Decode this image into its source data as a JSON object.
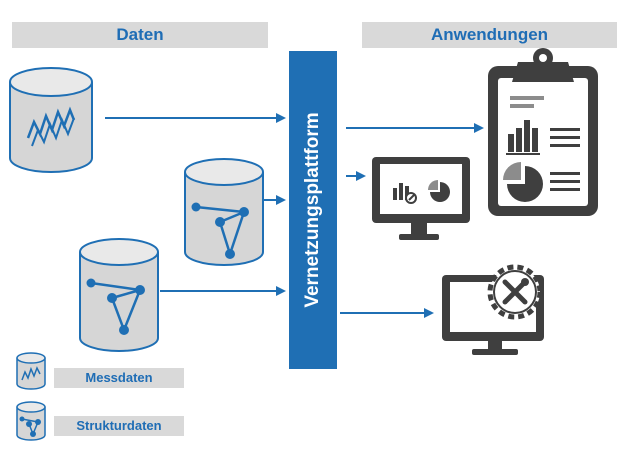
{
  "headers": {
    "left": "Daten",
    "right": "Anwendungen"
  },
  "platform": {
    "label": "Vernetzungsplattform"
  },
  "legend": [
    {
      "label": "Messdaten",
      "icon": "measurement-cylinder-icon"
    },
    {
      "label": "Strukturdaten",
      "icon": "structure-cylinder-icon"
    }
  ],
  "icons": {
    "data_sources": [
      "measurement-data-cylinder-icon",
      "structure-data-cylinder-icon",
      "structure-data-cylinder-icon"
    ],
    "applications": [
      "clipboard-report-icon",
      "monitor-analytics-icon",
      "monitor-tools-icon"
    ]
  },
  "colors": {
    "accent": "#1f6fb4",
    "header_bg": "#d9d9d9",
    "cylinder_fill": "#d6d6d6",
    "icon_dark": "#3f3f3f"
  }
}
